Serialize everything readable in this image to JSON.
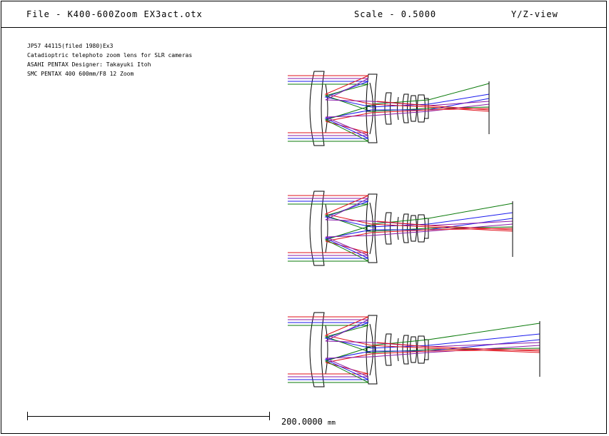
{
  "header": {
    "file": "File - K400-600Zoom EX3act.otx",
    "scale": "Scale - 0.5000",
    "view": "Y/Z-view"
  },
  "description": [
    "JP57 44115(filed 1980)Ex3",
    "Catadioptric telephoto zoom lens for SLR cameras",
    "ASAHI PENTAX Designer: Takayuki Itoh",
    "SMC PENTAX 400 600mm/F8 12 Zoom"
  ],
  "scale_bar": {
    "label": "200.0000",
    "unit": "mm"
  },
  "colors": {
    "ray_red": "#e0101a",
    "ray_blue": "#1a1aee",
    "ray_green": "#0a7a0a",
    "ray_purple": "#8a1aa8",
    "lens": "#000000"
  }
}
